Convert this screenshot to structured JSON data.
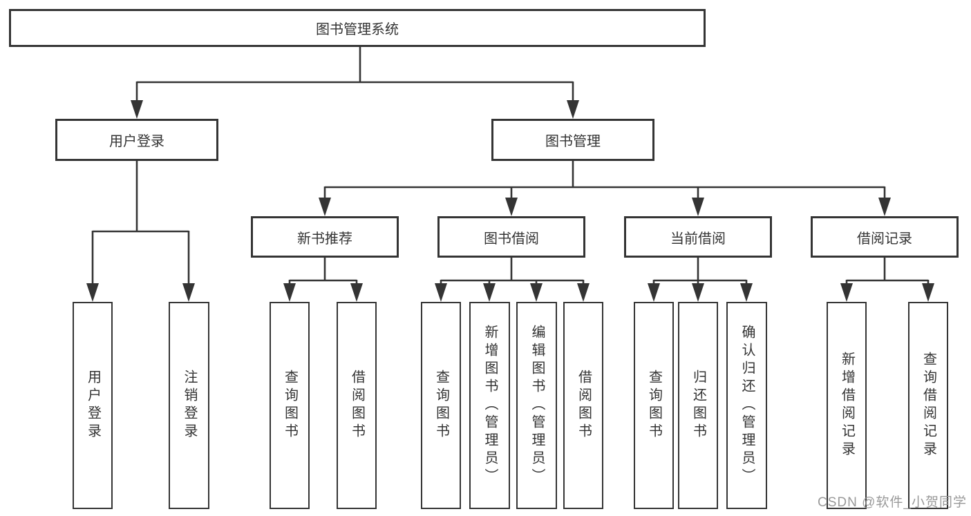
{
  "tree": {
    "root": {
      "label": "图书管理系统"
    },
    "children": [
      {
        "label": "用户登录",
        "children": [
          {
            "label": "用户登录"
          },
          {
            "label": "注销登录"
          }
        ]
      },
      {
        "label": "图书管理",
        "children": [
          {
            "label": "新书推荐",
            "children": [
              {
                "label": "查询图书"
              },
              {
                "label": "借阅图书"
              }
            ]
          },
          {
            "label": "图书借阅",
            "children": [
              {
                "label": "查询图书"
              },
              {
                "label": "新增图书（管理员）"
              },
              {
                "label": "编辑图书（管理员）"
              },
              {
                "label": "借阅图书"
              }
            ]
          },
          {
            "label": "当前借阅",
            "children": [
              {
                "label": "查询图书"
              },
              {
                "label": "归还图书"
              },
              {
                "label": "确认归还（管理员）"
              }
            ]
          },
          {
            "label": "借阅记录",
            "children": [
              {
                "label": "新增借阅记录"
              },
              {
                "label": "查询借阅记录"
              }
            ]
          }
        ]
      }
    ]
  },
  "watermark": {
    "text": "CSDN @软件_小贺同学"
  },
  "colors": {
    "line": "#343434",
    "box_border": "#343434",
    "text": "#333333",
    "watermark": "#949494",
    "background": "#ffffff"
  }
}
